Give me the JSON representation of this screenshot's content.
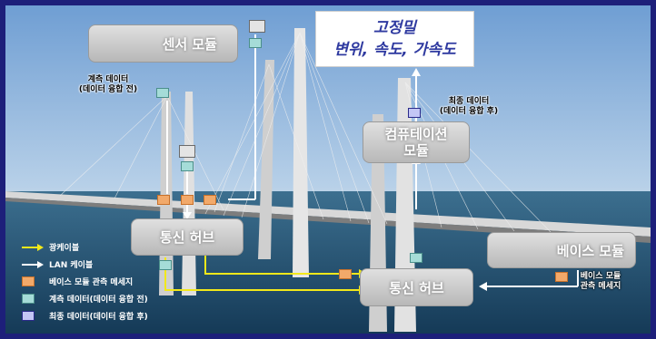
{
  "sensor_module": {
    "label": "센서 모듈"
  },
  "base_module": {
    "label": "베이스 모듈"
  },
  "computation_module": {
    "label_line1": "컴퓨테이션",
    "label_line2": "모듈"
  },
  "hub_left": {
    "label": "통신 허브"
  },
  "hub_right": {
    "label": "통신 허브"
  },
  "result": {
    "line1": "고정밀",
    "line2": "변위, 속도, 가속도"
  },
  "labels": {
    "measurement_line1": "계측 데이터",
    "measurement_line2": "(데이터 융합 전)",
    "final_line1": "최종 데이터",
    "final_line2": "(데이터 융합 후)",
    "base_msg_line1": "베이스 모듈",
    "base_msg_line2": "관측 메세지"
  },
  "legend": {
    "optical": "광케이블",
    "lan": "LAN 케이블",
    "base_msg": "베이스 모듈 관측 메세지",
    "measure": "계측 데이터(데이터 융합 전)",
    "final": "최종 데이터(데이터 융합 후)"
  },
  "colors": {
    "frame": "#1d1f7a",
    "optical_cable": "#f2e81a",
    "lan_cable": "#ffffff",
    "base_msg_square": "#f2a96a",
    "measure_square": "#a5dcd8",
    "final_square": "#c3c6f5",
    "result_text": "#2f3aa0"
  }
}
